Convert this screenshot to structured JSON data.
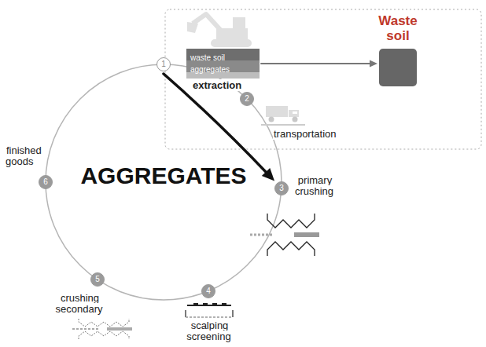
{
  "diagram": {
    "nodes": [
      {
        "text": [
          "waste soil",
          "aggregates"
        ]
      },
      {
        "text": [
          "Waste soil"
        ]
      },
      {
        "text": [
          "1",
          "extraction"
        ]
      },
      {
        "text": [
          "2",
          "transportation"
        ]
      },
      {
        "text": [
          "3",
          "primary crushing"
        ]
      },
      {
        "text": [
          "4",
          "scalping screening"
        ]
      },
      {
        "text": [
          "5",
          "crushing secondary"
        ]
      },
      {
        "text": [
          "6",
          "finished goods"
        ]
      }
    ],
    "edges": [
      {
        "from": 0,
        "to": 1,
        "arrow": "to"
      },
      {
        "from": 2,
        "to": 4,
        "arrow": "to"
      }
    ],
    "labels": [
      "AGGREGATES"
    ]
  }
}
